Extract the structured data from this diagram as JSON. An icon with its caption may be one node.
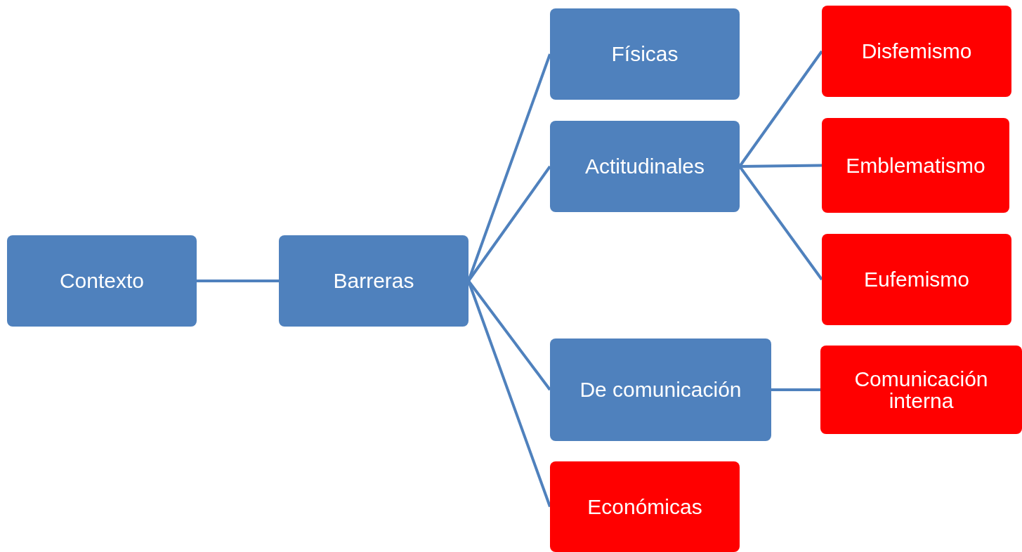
{
  "diagram": {
    "nodes": [
      {
        "text": [
          "Contexto"
        ]
      },
      {
        "text": [
          "Barreras"
        ]
      },
      {
        "text": [
          "Físicas"
        ]
      },
      {
        "text": [
          "Actitudinales"
        ]
      },
      {
        "text": [
          "De comunicación"
        ]
      },
      {
        "text": [
          "Económicas"
        ]
      },
      {
        "text": [
          "Disfemismo"
        ]
      },
      {
        "text": [
          "Emblematismo"
        ]
      },
      {
        "text": [
          "Eufemismo"
        ]
      },
      {
        "text": [
          "Comunicación interna"
        ]
      }
    ],
    "edges": [
      {
        "from": 0,
        "to": 1,
        "arrow": "none"
      },
      {
        "from": 1,
        "to": 2,
        "arrow": "none"
      },
      {
        "from": 1,
        "to": 3,
        "arrow": "none"
      },
      {
        "from": 1,
        "to": 4,
        "arrow": "none"
      },
      {
        "from": 1,
        "to": 5,
        "arrow": "none"
      },
      {
        "from": 3,
        "to": 6,
        "arrow": "none"
      },
      {
        "from": 3,
        "to": 7,
        "arrow": "none"
      },
      {
        "from": 3,
        "to": 8,
        "arrow": "none"
      },
      {
        "from": 4,
        "to": 9,
        "arrow": "none"
      }
    ]
  }
}
